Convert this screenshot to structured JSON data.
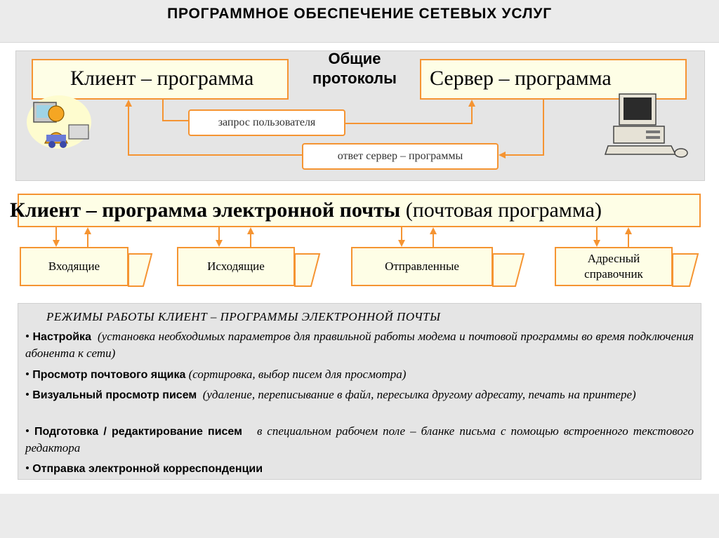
{
  "title": "ПРОГРАММНОЕ ОБЕСПЕЧЕНИЕ СЕТЕВЫХ УСЛУГ",
  "client_server": {
    "client_label": "Клиент – программа",
    "protocols_label": "Общие протоколы",
    "server_label": "Сервер – программа",
    "request_label": "запрос пользователя",
    "response_label": "ответ сервер – программы"
  },
  "mail_client": {
    "title_bold": "Клиент – программа электронной почты",
    "title_rest": "(почтовая программа)"
  },
  "folders": [
    {
      "label": "Входящие"
    },
    {
      "label": "Исходящие"
    },
    {
      "label": "Отправленные"
    },
    {
      "label": "Адресный справочник"
    }
  ],
  "modes": {
    "title": "РЕЖИМЫ РАБОТЫ КЛИЕНТ – ПРОГРАММЫ ЭЛЕКТРОННОЙ ПОЧТЫ",
    "items": [
      {
        "term": "Настройка",
        "desc": "(установка необходимых параметров для правильной работы модема и почтовой программы во время подключения абонента к сети)"
      },
      {
        "term": "Просмотр почтового ящика",
        "desc": "(сортировка, выбор писем для просмотра)"
      },
      {
        "term": "Визуальный просмотр писем",
        "desc": "(удаление, переписывание в файл, пересылка другому адресату, печать на принтере)"
      },
      {
        "term": "Подготовка / редактирование писем",
        "desc": "в специальном рабочем поле – бланке письма с помощью встроенного текстового редактора"
      },
      {
        "term": "Отправка электронной корреспонденции",
        "desc": ""
      }
    ]
  },
  "colors": {
    "accent": "#f59432",
    "box_fill": "#fefee6",
    "panel": "#e5e5e5"
  }
}
